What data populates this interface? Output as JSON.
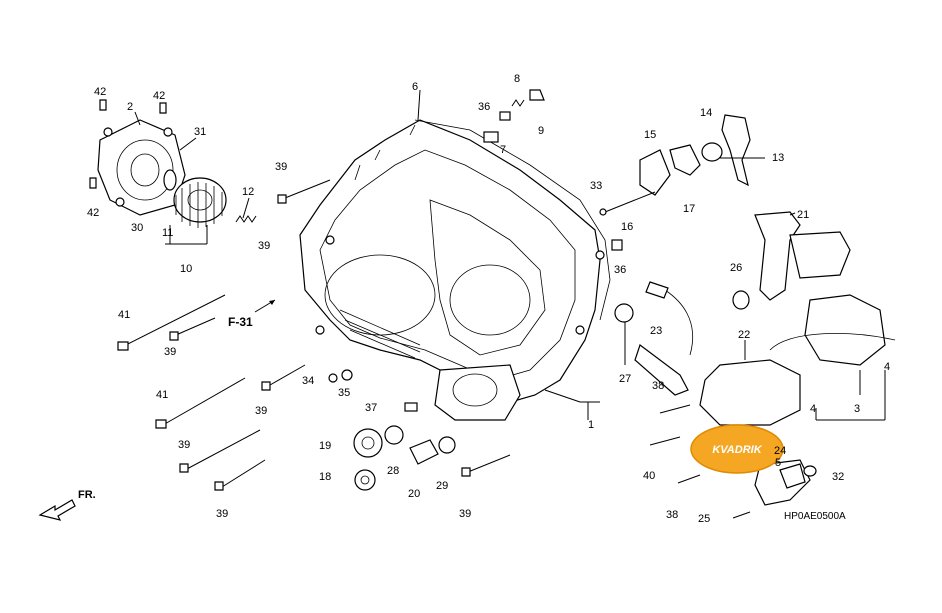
{
  "callouts": [
    "1",
    "2",
    "3",
    "4",
    "4",
    "5",
    "6",
    "7",
    "8",
    "9",
    "10",
    "11",
    "12",
    "13",
    "14",
    "15",
    "16",
    "17",
    "18",
    "19",
    "20",
    "21",
    "22",
    "23",
    "24",
    "25",
    "26",
    "27",
    "28",
    "29",
    "30",
    "31",
    "32",
    "33",
    "34",
    "35",
    "36",
    "36",
    "37",
    "38",
    "38",
    "39",
    "39",
    "39",
    "39",
    "39",
    "39",
    "40",
    "41",
    "41",
    "42",
    "42",
    "42"
  ],
  "diagram_code": "HP0AE0500A",
  "section_ref": "F-31",
  "direction_label": "FR.",
  "watermark": "KVADRIK",
  "colors": {
    "line": "#000000",
    "watermark": "#f5a623",
    "background": "#ffffff"
  }
}
